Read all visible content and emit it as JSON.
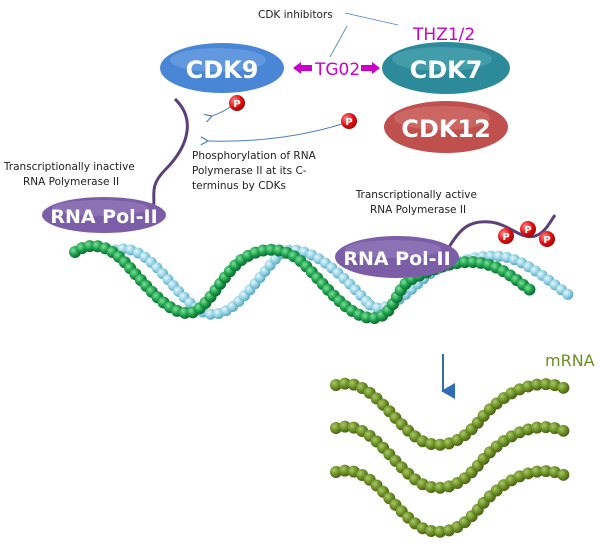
{
  "title": "CDK regulation of RNA Polymerase II transcription",
  "nodes": {
    "cdk9": {
      "label": "CDK9",
      "color": "#4a86d6"
    },
    "cdk7": {
      "label": "CDK7",
      "color": "#2c8a9a"
    },
    "cdk12": {
      "label": "CDK12",
      "color": "#c0504d"
    },
    "pol_inactive": {
      "label": "RNA Pol-II",
      "color": "#7b5ea7"
    },
    "pol_active": {
      "label": "RNA Pol-II",
      "color": "#7b5ea7"
    }
  },
  "inhibitors": {
    "header": "CDK inhibitors",
    "tg02": "TG02",
    "thz": "THZ1/2",
    "color": "#cc00cc"
  },
  "phospho_label": "P",
  "annotations": {
    "inactive": [
      "Transcriptionally inactive",
      "RNA Polymerase II"
    ],
    "active": [
      "Transcriptionally active",
      "RNA Polymerase II"
    ],
    "phosphorylation": [
      "Phosphorylation of RNA",
      "Polymerase II at its C-",
      "terminus by CDKs"
    ]
  },
  "dna_colors": {
    "strand1": "#1a9e4a",
    "strand2": "#8fd0e3"
  },
  "mrna": {
    "label": "mRNA",
    "color": "#6b8e23"
  }
}
